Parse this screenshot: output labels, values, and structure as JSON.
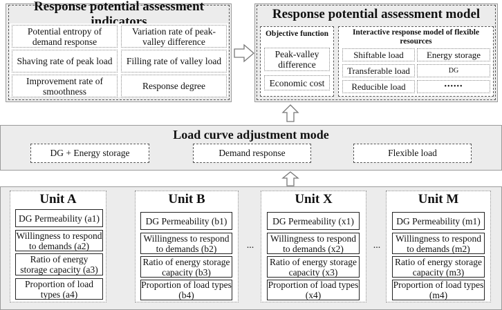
{
  "indicators": {
    "title": "Response potential assessment indicators",
    "items": [
      "Potential entropy of demand response",
      "Variation rate of peak-valley difference",
      "Shaving rate of peak load",
      "Filling rate of valley load",
      "Improvement rate of smoothness",
      "Response degree"
    ]
  },
  "model": {
    "title": "Response potential assessment model",
    "objective": {
      "title": "Objective function",
      "items": [
        "Peak-valley difference",
        "Economic cost"
      ]
    },
    "interactive": {
      "title": "Interactive response model of flexible resources",
      "items": [
        "Shiftable load",
        "Energy storage",
        "Transferable load",
        "DG",
        "Reducible load",
        "••••••"
      ]
    }
  },
  "adjustment": {
    "title": "Load curve adjustment mode",
    "items": [
      "DG + Energy storage",
      "Demand response",
      "Flexible load"
    ]
  },
  "units": [
    {
      "title": "Unit A",
      "items": [
        "DG Permeability (a1)",
        "Willingness to respond to demands (a2)",
        "Ratio of energy storage capacity (a3)",
        "Proportion of load types (a4)"
      ]
    },
    {
      "title": "Unit B",
      "items": [
        "DG Permeability (b1)",
        "Willingness to respond to demands (b2)",
        "Ratio of energy storage capacity (b3)",
        "Proportion of load types (b4)"
      ]
    },
    {
      "title": "Unit X",
      "items": [
        "DG Permeability (x1)",
        "Willingness to respond to demands (x2)",
        "Ratio of energy storage capacity (x3)",
        "Proportion of load types (x4)"
      ]
    },
    {
      "title": "Unit M",
      "items": [
        "DG Permeability (m1)",
        "Willingness to respond to demands (m2)",
        "Ratio of energy storage capacity (m3)",
        "Proportion of load types (m4)"
      ]
    }
  ],
  "ellipsis": "..."
}
